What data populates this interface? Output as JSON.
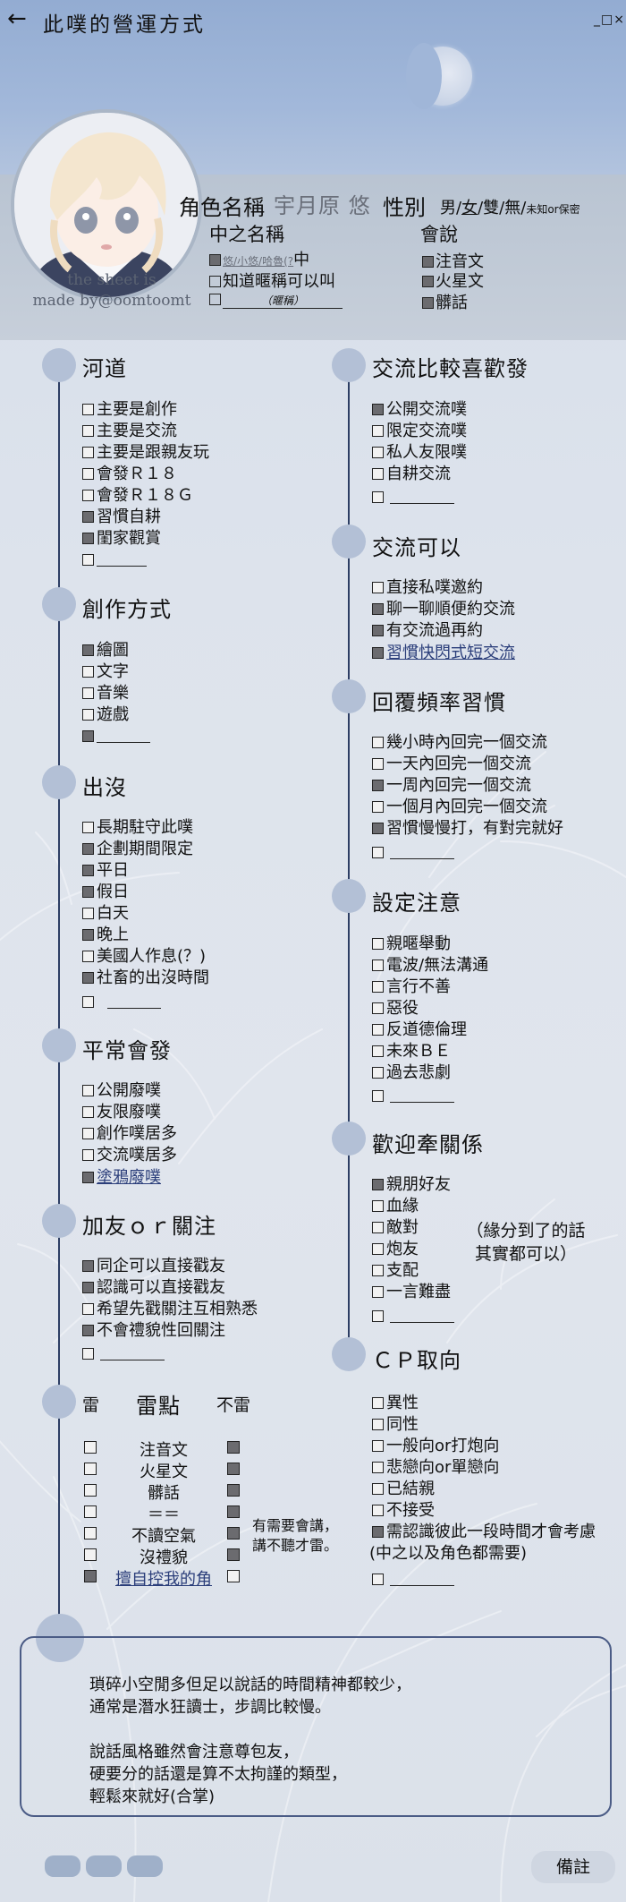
{
  "header": {
    "title": "此噗的營運方式",
    "window_controls": "_□×",
    "credit_lines": [
      "the sheet is",
      "made by@oomtoomt"
    ]
  },
  "profile": {
    "name_label": "角色名稱",
    "name_value": "宇月原 悠",
    "gender_label": "性別",
    "gender_options": [
      "男",
      "/",
      "女",
      "/",
      "雙",
      "/",
      "無",
      "/",
      "未知or保密"
    ],
    "nickname_label": "中之名稱",
    "nickname_options": [
      "悠/小悠/哈魯(?",
      "中",
      "知道暱稱可以叫",
      "（暱稱）"
    ],
    "speak_label": "會說",
    "speak_options": [
      "注音文",
      "火星文",
      "髒話"
    ]
  },
  "sections_left": {
    "hedao": {
      "title": "河道",
      "items": [
        "主要是創作",
        "主要是交流",
        "主要是跟親友玩",
        "會發Ｒ１８",
        "會發Ｒ１８Ｇ",
        "習慣自耕",
        "閨家觀賞"
      ]
    },
    "chuangzuo": {
      "title": "創作方式",
      "items": [
        "繪圖",
        "文字",
        "音樂",
        "遊戲"
      ]
    },
    "chumo": {
      "title": "出沒",
      "items": [
        "長期駐守此噗",
        "企劃期間限定",
        "平日",
        "假日",
        "白天",
        "晚上",
        "美國人作息(？)",
        "社畜的出沒時間"
      ]
    },
    "pingchang": {
      "title": "平常會發",
      "items": [
        "公開廢噗",
        "友限廢噗",
        "創作噗居多",
        "交流噗居多",
        "塗鴉廢噗"
      ]
    },
    "jiayou": {
      "title": "加友ｏｒ關注",
      "items": [
        "同企可以直接戳友",
        "認識可以直接戳友",
        "希望先戳關注互相熟悉",
        "不會禮貌性回關注"
      ]
    }
  },
  "lei": {
    "col1": "雷",
    "col2": "雷點",
    "col3": "不雷",
    "items": [
      "注音文",
      "火星文",
      "髒話",
      "＝＝",
      "不讀空氣",
      "沒禮貌",
      "擅自控我的角"
    ],
    "note": [
      "有需要會講，",
      "講不聽才雷。"
    ]
  },
  "sections_right": {
    "jiaoliu_xihuan": {
      "title": "交流比較喜歡發",
      "items": [
        "公開交流噗",
        "限定交流噗",
        "私人友限噗",
        "自耕交流"
      ]
    },
    "jiaoliu_keyi": {
      "title": "交流可以",
      "items": [
        "直接私噗邀約",
        "聊一聊順便約交流",
        "有交流過再約",
        "習慣快閃式短交流"
      ]
    },
    "huifu": {
      "title": "回覆頻率習慣",
      "items": [
        "幾小時內回完一個交流",
        "一天內回完一個交流",
        "一周內回完一個交流",
        "一個月內回完一個交流",
        "習慣慢慢打，有對完就好"
      ]
    },
    "sheding": {
      "title": "設定注意",
      "items": [
        "親暱舉動",
        "電波/無法溝通",
        "言行不善",
        "惡役",
        "反道德倫理",
        "未來ＢＥ",
        "過去悲劇"
      ]
    },
    "huanying": {
      "title": "歡迎牽關係",
      "items": [
        "親朋好友",
        "血緣",
        "敵對",
        "炮友",
        "支配",
        "一言難盡"
      ],
      "note": [
        "（緣分到了的話",
        "其實都可以）"
      ]
    },
    "cp": {
      "title": "ＣＰ取向",
      "items": [
        "異性",
        "同性",
        "一般向or打炮向",
        "悲戀向or單戀向",
        "已結親",
        "不接受",
        "需認識彼此一段時間才會考慮",
        "(中之以及角色都需要)"
      ]
    }
  },
  "remarks": {
    "text": "瑣碎小空閒多但足以說話的時間精神都較少，\n通常是潛水狂讀士，步調比較慢。\n\n說話風格雖然會注意尊包友，\n硬要分的話還是算不太拘謹的類型，\n輕鬆來就好(合掌)",
    "button": "備註"
  }
}
